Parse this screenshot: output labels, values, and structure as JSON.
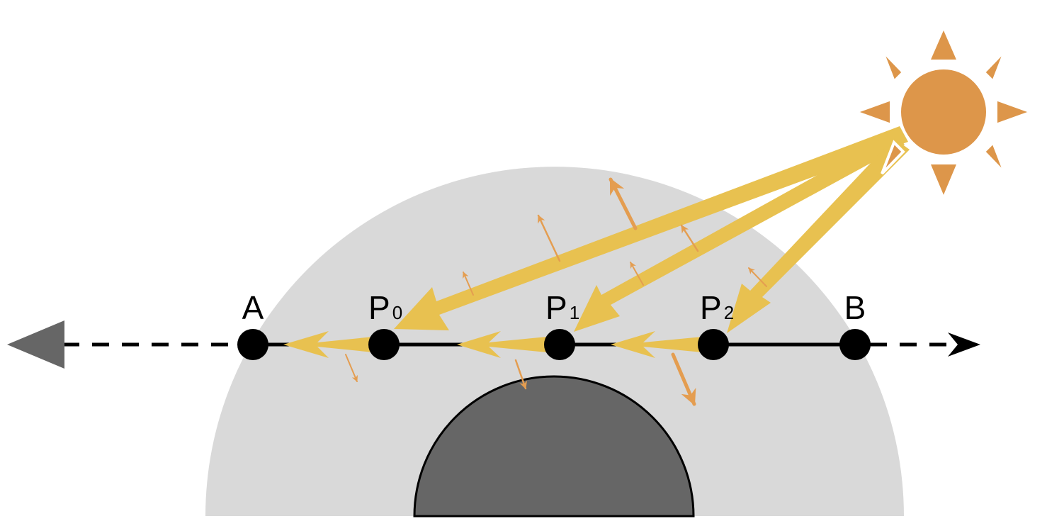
{
  "points": {
    "a": {
      "label": "A"
    },
    "p0": {
      "label": "P",
      "sub": "0"
    },
    "p1": {
      "label": "P",
      "sub": "1"
    },
    "p2": {
      "label": "P",
      "sub": "2"
    },
    "b": {
      "label": "B"
    }
  },
  "icons": {
    "sun": "sun-icon",
    "view_direction": "arrowhead-left-icon",
    "ray_direction": "arrowhead-right-icon"
  },
  "colors": {
    "atmosphere": "#d9d9d9",
    "planet": "#666666",
    "sun": "#dd964a",
    "sun_ray": "#e8c150",
    "scatter": "#e49d50",
    "ray_line": "#000000"
  }
}
